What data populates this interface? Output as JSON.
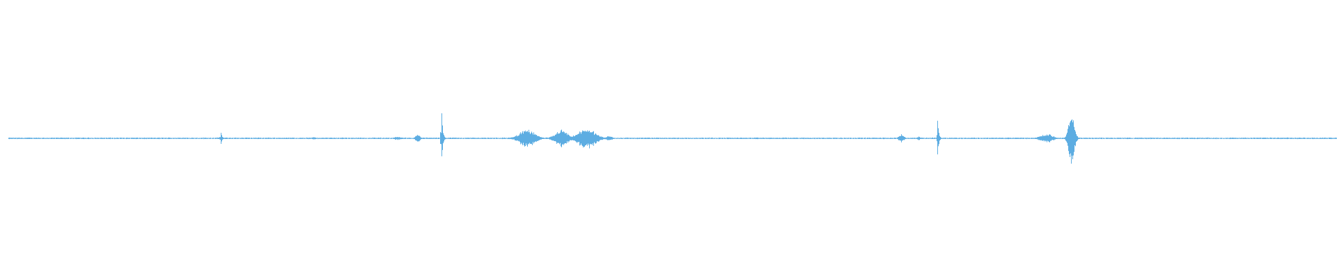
{
  "waveform": {
    "color": "#5dade2",
    "background": "#ffffff",
    "amplitude_range": [
      -1,
      1
    ],
    "baseline": 0,
    "duration_fraction_range": [
      0,
      1
    ],
    "events": [
      {
        "t": 0.1595,
        "peak": 0.07,
        "kind": "spike"
      },
      {
        "t": 0.23,
        "peak": 0.012,
        "kind": "burst",
        "width": 0.004
      },
      {
        "t": 0.293,
        "peak": 0.012,
        "kind": "burst",
        "width": 0.01
      },
      {
        "t": 0.308,
        "peak": 0.03,
        "kind": "burst",
        "width": 0.006
      },
      {
        "t": 0.3255,
        "peak": 0.34,
        "kind": "spike"
      },
      {
        "t": 0.39,
        "peak": 0.07,
        "kind": "burst",
        "width": 0.02
      },
      {
        "t": 0.416,
        "peak": 0.07,
        "kind": "burst",
        "width": 0.016
      },
      {
        "t": 0.435,
        "peak": 0.08,
        "kind": "burst",
        "width": 0.022
      },
      {
        "t": 0.452,
        "peak": 0.02,
        "kind": "burst",
        "width": 0.008
      },
      {
        "t": 0.672,
        "peak": 0.035,
        "kind": "burst",
        "width": 0.006
      },
      {
        "t": 0.685,
        "peak": 0.015,
        "kind": "burst",
        "width": 0.004
      },
      {
        "t": 0.699,
        "peak": 0.19,
        "kind": "spike"
      },
      {
        "t": 0.781,
        "peak": 0.035,
        "kind": "burst",
        "width": 0.016
      },
      {
        "t": 0.8,
        "peak": 0.19,
        "kind": "spike-burst",
        "width": 0.01
      }
    ],
    "noise_floor": 0.004,
    "trail_start": 0.0,
    "trail_end": 1.0
  }
}
